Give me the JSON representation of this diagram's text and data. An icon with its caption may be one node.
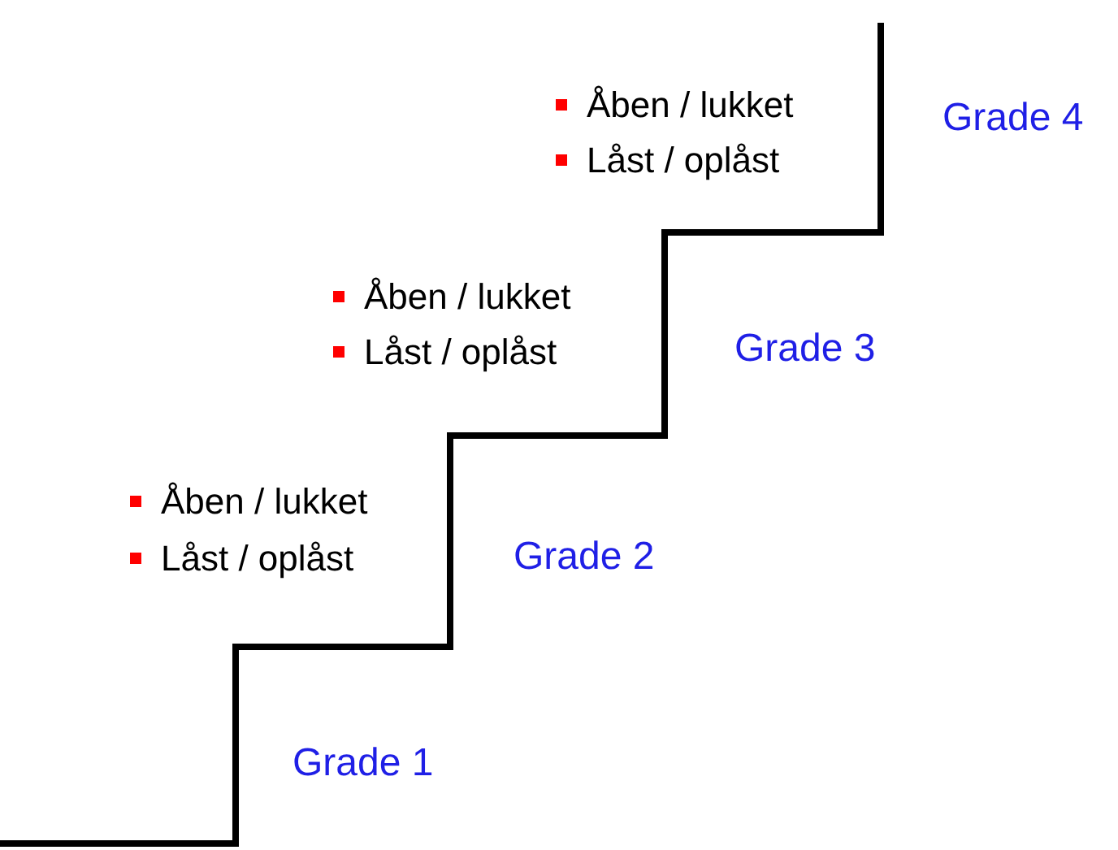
{
  "diagram": {
    "labels": [
      "Åben / lukket",
      "Låst / oplåst",
      "Grade 4",
      "Åben / lukket",
      "Låst / oplåst",
      "Grade 3",
      "Åben / lukket",
      "Låst / oplåst",
      "Grade 2",
      "Grade 1"
    ]
  }
}
